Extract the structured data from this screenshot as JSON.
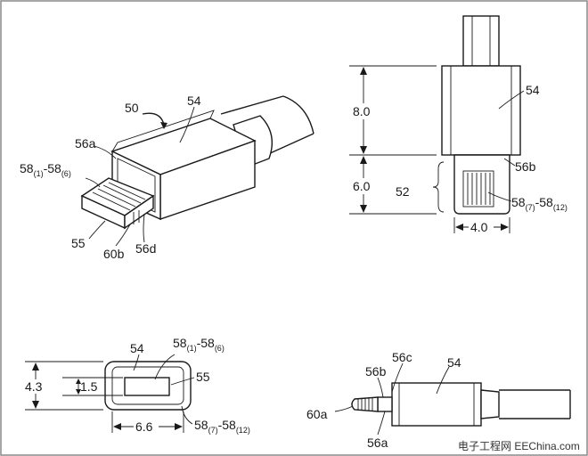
{
  "labels": {
    "connector": "50",
    "housing": "54",
    "opening_front": "56a",
    "plug": "55",
    "contacts_a": "58",
    "contacts_a_sub1": "(1)",
    "contacts_dash": "-58",
    "contacts_a_sub2": "(6)",
    "notch": "60b",
    "edge": "56d",
    "housing_side": "54",
    "opening_side": "56b",
    "tab_group": "52",
    "contacts_b": "58",
    "contacts_b_sub1": "(7)",
    "contacts_b_dash": "-58",
    "contacts_b_sub2": "(12)",
    "housing_front": "54",
    "contacts_c": "58",
    "contacts_c_sub1": "(1)",
    "contacts_c_dash": "-58",
    "contacts_c_sub2": "(6)",
    "plug_front": "55",
    "contacts_d": "58",
    "contacts_d_sub1": "(7)",
    "contacts_d_dash": "-58",
    "contacts_d_sub2": "(12)",
    "opening_b_side": "56b",
    "opening_c_side": "56c",
    "housing_bottom": "54",
    "tip": "60a",
    "opening_a_side": "56a"
  },
  "dimensions": {
    "housing_height": "8.0",
    "tab_height": "6.0",
    "tab_width": "4.0",
    "front_height": "4.3",
    "plug_height": "1.5",
    "front_width": "6.6"
  },
  "watermark": "电子工程网 EEChina.com"
}
